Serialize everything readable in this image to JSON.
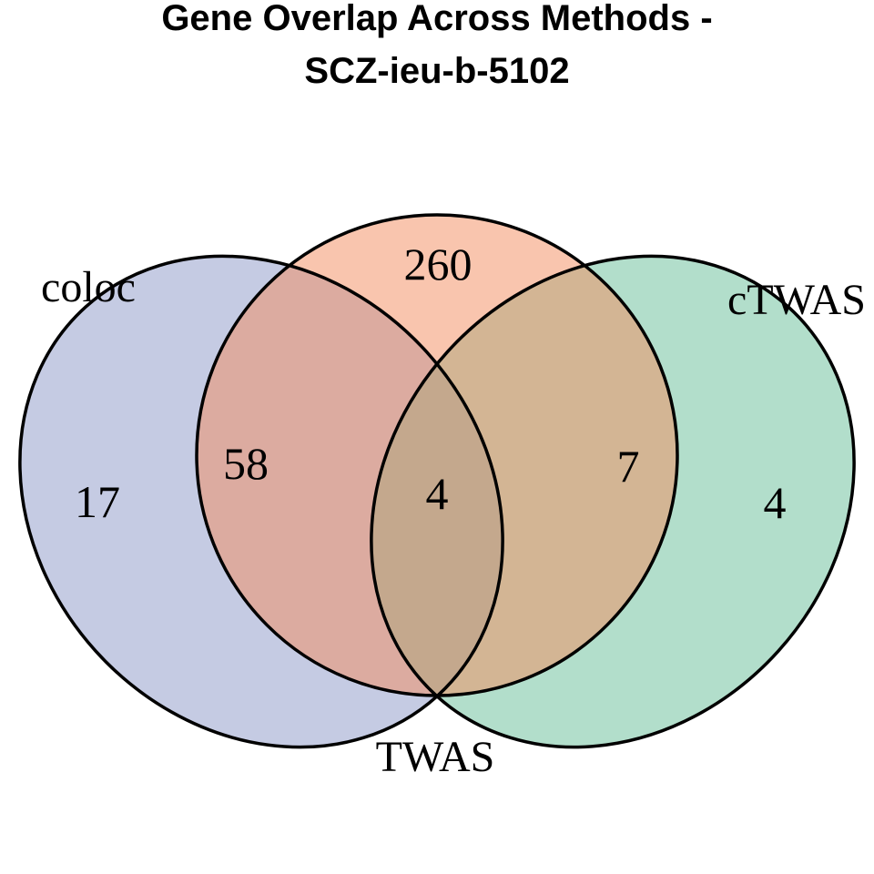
{
  "chart_data": {
    "type": "venn",
    "title": "Gene Overlap Across Methods - SCZ-ieu-b-5102",
    "title_lines": [
      "Gene Overlap Across Methods -",
      "SCZ-ieu-b-5102"
    ],
    "sets": [
      {
        "label": "coloc",
        "fill": "#8B97C7"
      },
      {
        "label": "TWAS",
        "fill": "#F38B5D"
      },
      {
        "label": "cTWAS",
        "fill": "#65BD97"
      }
    ],
    "regions": [
      {
        "sets": [
          "coloc"
        ],
        "value": 17
      },
      {
        "sets": [
          "TWAS"
        ],
        "value": 260
      },
      {
        "sets": [
          "cTWAS"
        ],
        "value": 4
      },
      {
        "sets": [
          "coloc",
          "TWAS"
        ],
        "value": 58
      },
      {
        "sets": [
          "TWAS",
          "cTWAS"
        ],
        "value": 7
      },
      {
        "sets": [
          "coloc",
          "TWAS",
          "cTWAS"
        ],
        "value": 4
      }
    ],
    "outline_color": "#000000",
    "fill_opacity": "0.5",
    "background": "#FFFFFF"
  }
}
